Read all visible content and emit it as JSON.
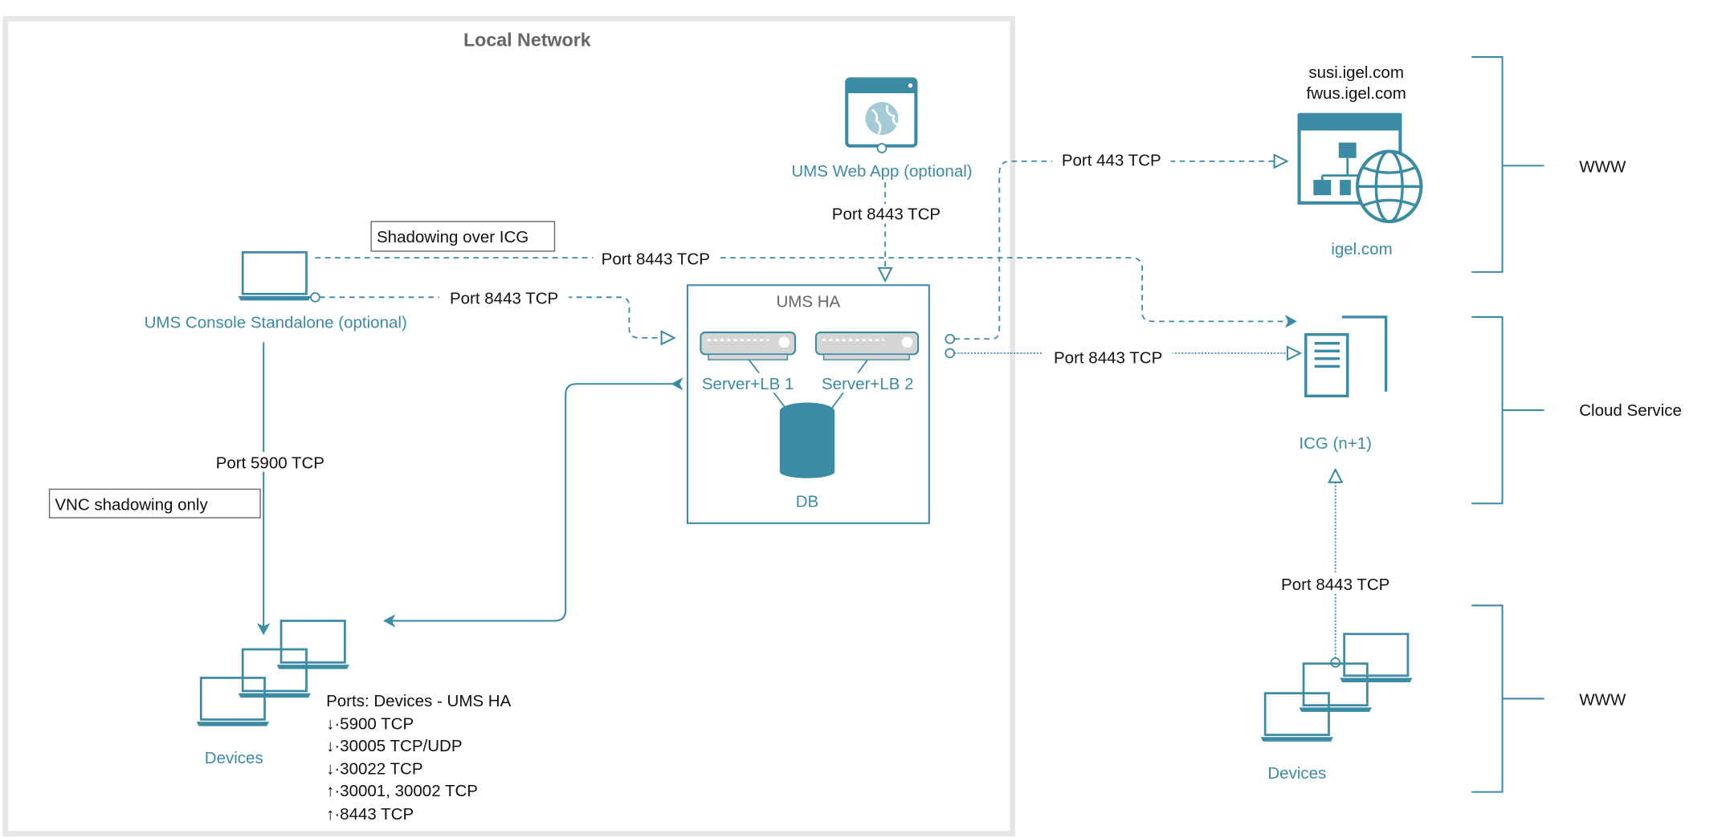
{
  "colors": {
    "accent": "#3b8ba5",
    "frame": "#e6e6e6",
    "text": "#111111",
    "muted": "#666666"
  },
  "local_network": {
    "title": "Local Network"
  },
  "web_app": {
    "label": "UMS Web App (optional)",
    "port": "Port 8443 TCP",
    "icon": "web-browser-globe-icon"
  },
  "ums_ha": {
    "title": "UMS HA",
    "server1": "Server+LB 1",
    "server2": "Server+LB 2",
    "db": "DB"
  },
  "console": {
    "label": "UMS Console Standalone (optional)",
    "icon": "laptop-icon",
    "icg_port": "Port 8443 TCP",
    "icg_note": "Shadowing over ICG",
    "ha_port": "Port 8443 TCP",
    "vnc_port": "Port 5900 TCP",
    "vnc_note": "VNC shadowing only"
  },
  "local_devices": {
    "label": "Devices",
    "ports_title": "Ports: Devices - UMS HA",
    "ports": [
      "↓·5900 TCP",
      "↓·30005 TCP/UDP",
      "↓·30022 TCP",
      "↑·30001, 30002 TCP",
      "↑·8443 TCP"
    ]
  },
  "igel": {
    "host1": "susi.igel.com",
    "host2": "fwus.igel.com",
    "label": "igel.com",
    "port": "Port 443 TCP"
  },
  "icg": {
    "label": "ICG (n+1)",
    "port_from_ha": "Port 8443 TCP",
    "port_from_devices": "Port 8443 TCP"
  },
  "remote_devices": {
    "label": "Devices"
  },
  "zones": [
    {
      "label": "WWW"
    },
    {
      "label": "Cloud Service"
    },
    {
      "label": "WWW"
    }
  ]
}
